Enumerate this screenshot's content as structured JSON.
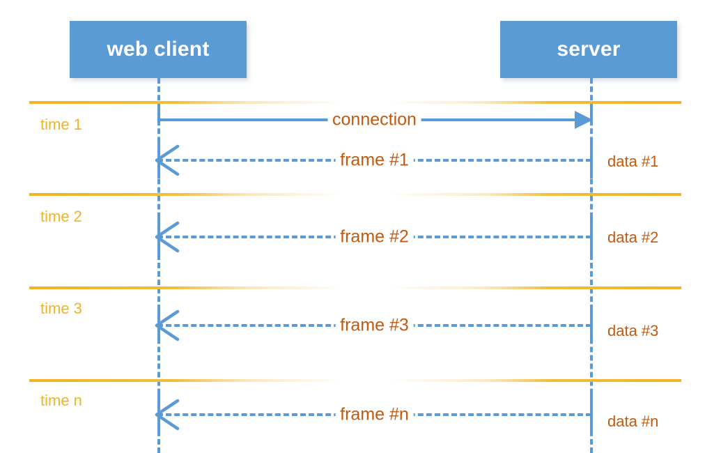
{
  "diagram": {
    "title": "WebSocket connection sequence diagram",
    "type": "sequence-diagram",
    "colors": {
      "participant_fill": "#5B9BD5",
      "participant_text": "#FFFFFF",
      "lifeline": "#5B9BD5",
      "message_line": "#5B9BD5",
      "message_label": "#C1590F",
      "time_label": "#F0B323",
      "time_separator": "#F0B323",
      "data_label": "#C1590F",
      "background": "#FFFFFF"
    }
  },
  "participants": [
    {
      "id": "client",
      "label": "web client"
    },
    {
      "id": "server",
      "label": "server"
    }
  ],
  "time_slots": [
    {
      "label": "time 1"
    },
    {
      "label": "time 2"
    },
    {
      "label": "time 3"
    },
    {
      "label": "time n"
    }
  ],
  "data_labels": [
    {
      "label": "data #1"
    },
    {
      "label": "data #2"
    },
    {
      "label": "data #3"
    },
    {
      "label": "data #n"
    }
  ],
  "messages": [
    {
      "label": "connection",
      "from": "client",
      "to": "server",
      "direction": "right",
      "style": "solid",
      "arrowhead": "filled-triangle"
    },
    {
      "label": "frame #1",
      "from": "server",
      "to": "client",
      "direction": "left",
      "style": "dashed",
      "arrowhead": "open-v"
    },
    {
      "label": "frame #2",
      "from": "server",
      "to": "client",
      "direction": "left",
      "style": "dashed",
      "arrowhead": "open-v"
    },
    {
      "label": "frame #3",
      "from": "server",
      "to": "client",
      "direction": "left",
      "style": "dashed",
      "arrowhead": "open-v"
    },
    {
      "label": "frame #n",
      "from": "server",
      "to": "client",
      "direction": "left",
      "style": "dashed",
      "arrowhead": "open-v"
    }
  ]
}
